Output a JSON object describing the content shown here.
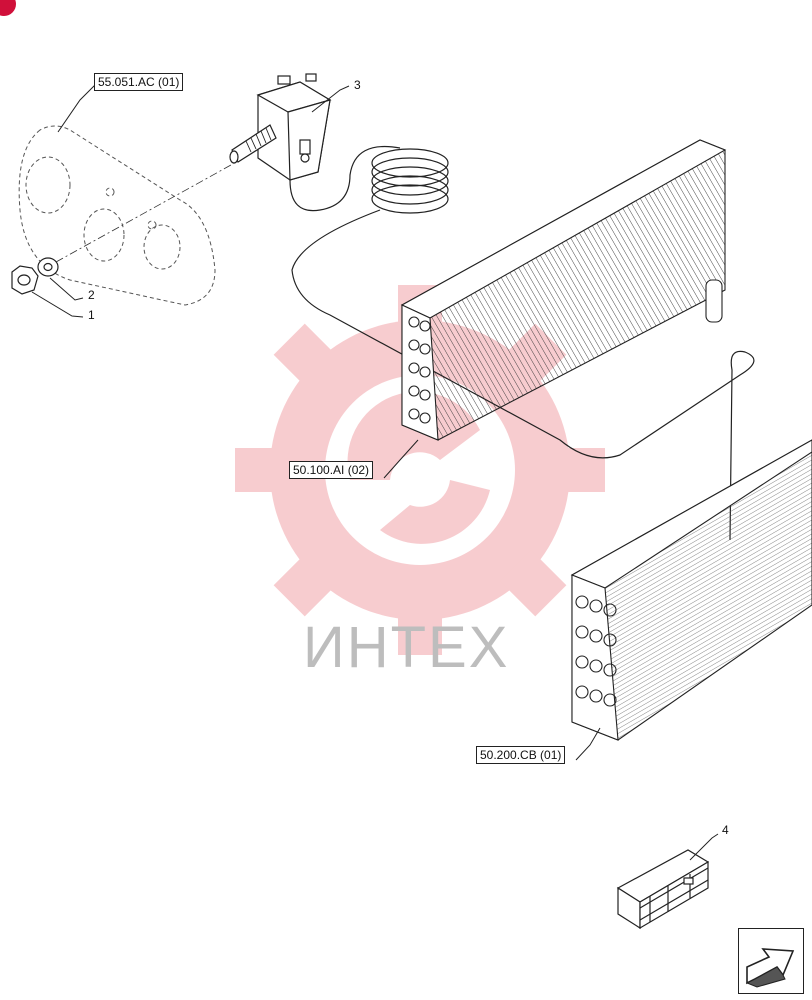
{
  "references": {
    "panel_ref": "55.051.AC (01)",
    "evaporator_ref": "50.100.AI (02)",
    "condenser_ref": "50.200.CB (01)"
  },
  "callouts": {
    "nut": "1",
    "washer": "2",
    "thermostat_switch": "3",
    "kit_box": "4"
  },
  "watermark": {
    "text": "ИНТЕХ",
    "color": "#e8404a"
  },
  "colors": {
    "line": "#222222",
    "watermark_gear": "#f2a3a8",
    "watermark_text": "#bdbdbd",
    "badge": "#d0103a"
  }
}
